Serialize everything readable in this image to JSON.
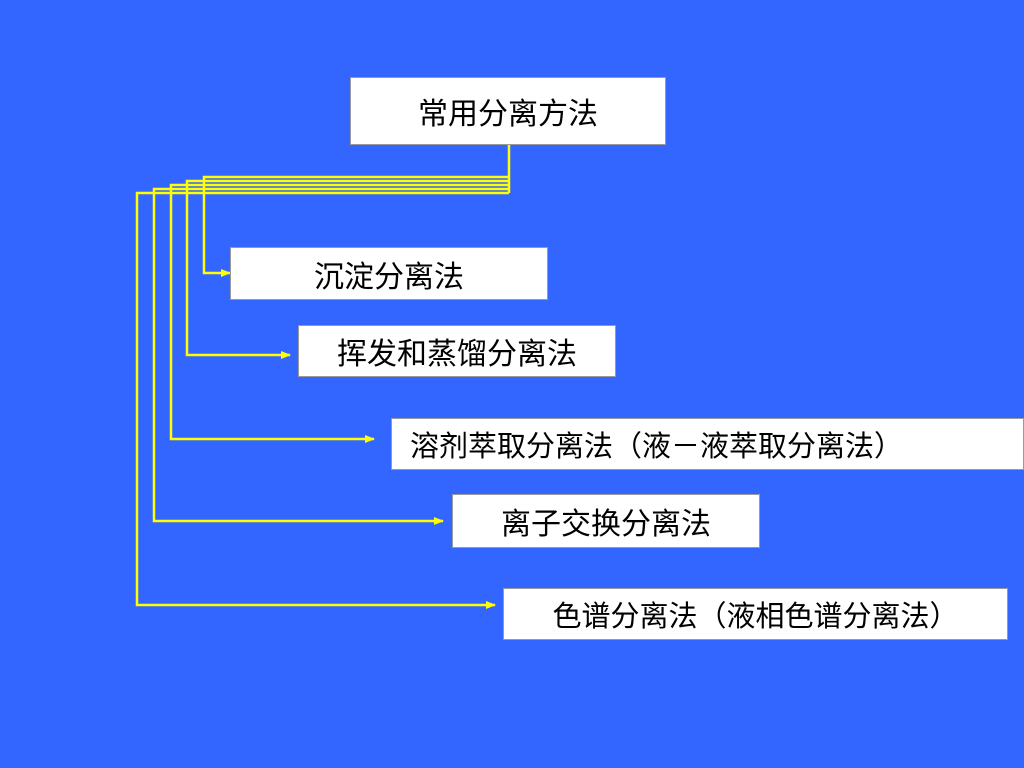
{
  "root": {
    "label": "常用分离方法"
  },
  "methods": [
    {
      "label": "沉淀分离法"
    },
    {
      "label": "挥发和蒸馏分离法"
    },
    {
      "label": "溶剂萃取分离法（液－液萃取分离法）"
    },
    {
      "label": "离子交换分离法"
    },
    {
      "label": "色谱分离法（液相色谱分离法）"
    }
  ],
  "colors": {
    "background": "#3366ff",
    "connector": "#ffff00",
    "box_fill": "#ffffff",
    "text": "#000000"
  }
}
